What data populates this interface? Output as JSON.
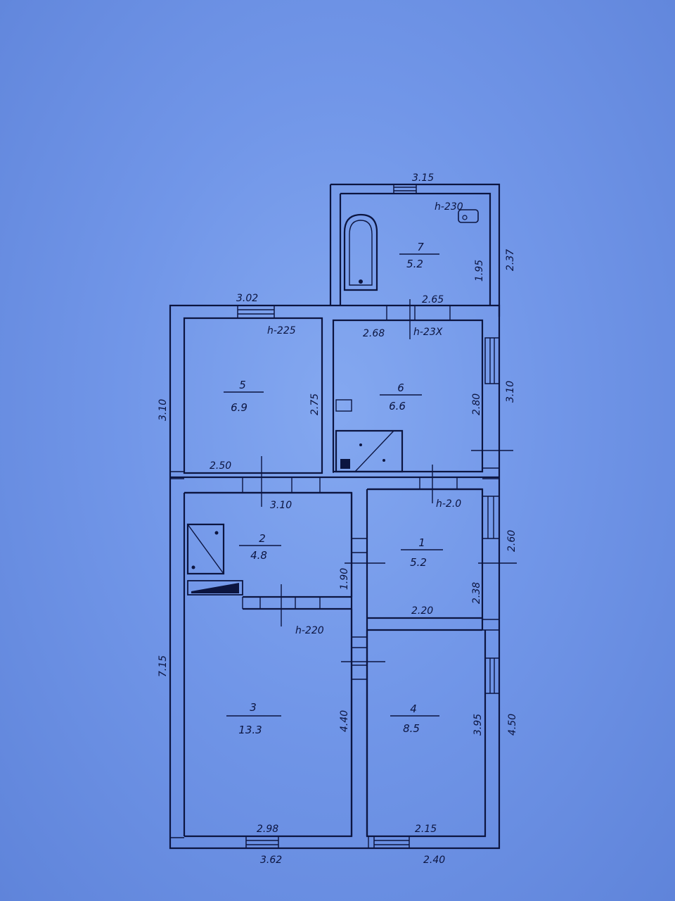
{
  "rooms": [
    {
      "id": "1",
      "area": "5.2"
    },
    {
      "id": "2",
      "area": "4.8"
    },
    {
      "id": "3",
      "area": "13.3"
    },
    {
      "id": "4",
      "area": "8.5"
    },
    {
      "id": "5",
      "area": "6.9"
    },
    {
      "id": "6",
      "area": "6.6"
    },
    {
      "id": "7",
      "area": "5.2"
    }
  ],
  "heights": {
    "room7": "h-230",
    "room5": "h-225",
    "room6": "h-23X",
    "room1": "h-2.0",
    "room3": "h-220"
  },
  "dims": {
    "top_bath": "3.15",
    "bath_right": "2.37",
    "bath_inner_v": "1.95",
    "bath_inner_h": "2.65",
    "top_room5": "3.02",
    "left_room5": "3.10",
    "room5_inner_v": "2.75",
    "room5_inner_h": "2.50",
    "room6_top": "2.68",
    "room6_inner_v": "2.80",
    "room6_right": "3.10",
    "room2_top": "3.10",
    "room2_inner_v": "1.90",
    "room1_right": "2.60",
    "room1_inner_v": "2.38",
    "room1_inner_h": "2.20",
    "left_total": "7.15",
    "room3_inner_v": "4.40",
    "room3_inner_h": "2.98",
    "room4_inner_v": "3.95",
    "room4_right": "4.50",
    "room4_inner_h": "2.15",
    "bottom_left": "3.62",
    "bottom_right": "2.40"
  }
}
